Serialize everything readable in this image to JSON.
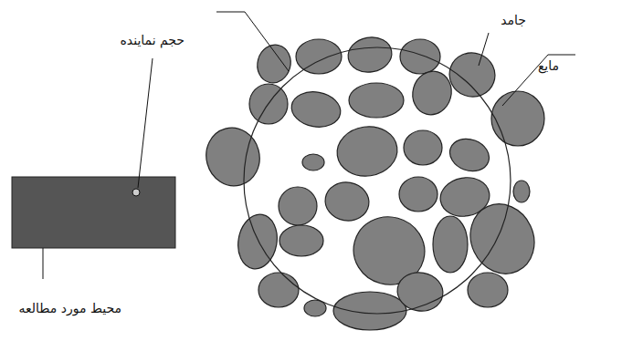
{
  "diagram": {
    "labels": [
      "حجم نماینده",
      "جامد",
      "مایع",
      "محیط مورد مطالعه"
    ]
  }
}
